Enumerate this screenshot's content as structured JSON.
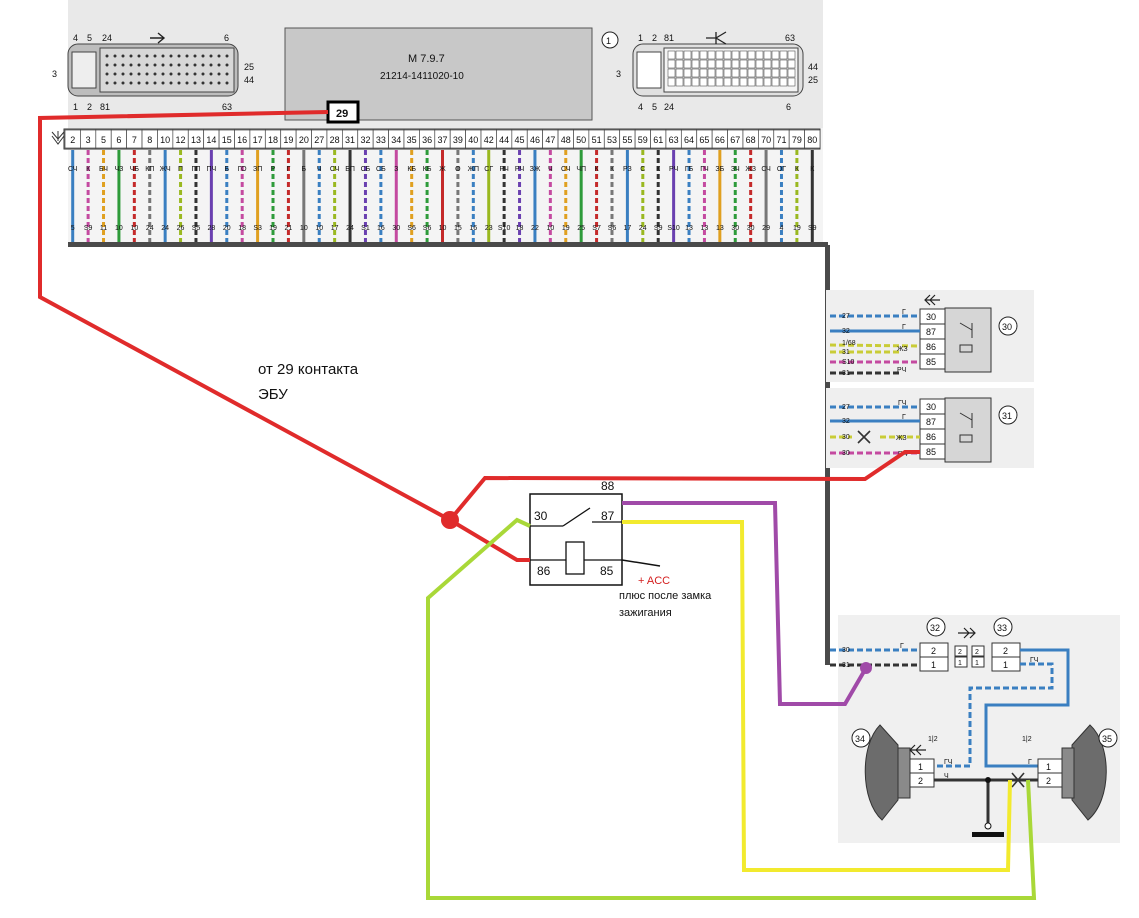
{
  "ecu": {
    "model": "M 7.9.7",
    "part_number": "21214-1411020-10",
    "connector_number": "1",
    "left_connector_pins": [
      "4",
      "5",
      "24",
      "6",
      "3",
      "25",
      "44",
      "1",
      "2",
      "81",
      "63"
    ],
    "right_connector_pins": [
      "1",
      "2",
      "81",
      "63",
      "3",
      "44",
      "25",
      "4",
      "5",
      "24",
      "6"
    ],
    "highlighted_pin": "29",
    "pins": [
      "2",
      "3",
      "5",
      "6",
      "7",
      "8",
      "10",
      "12",
      "13",
      "14",
      "15",
      "16",
      "17",
      "18",
      "19",
      "20",
      "27",
      "28",
      "31",
      "32",
      "33",
      "34",
      "35",
      "36",
      "37",
      "39",
      "40",
      "42",
      "44",
      "45",
      "46",
      "47",
      "48",
      "50",
      "51",
      "53",
      "55",
      "59",
      "61",
      "63",
      "64",
      "65",
      "66",
      "67",
      "68",
      "70",
      "71",
      "79",
      "80"
    ],
    "wire_colors": [
      "СЧ",
      "К",
      "БЧ",
      "ЧЗ",
      "ЧБ",
      "КП",
      "ЖЧ",
      "П",
      "ГП",
      "ПЧ",
      "Б",
      "ГО",
      "ЗП",
      "Р",
      "Г",
      "Б",
      "Ч",
      "СЧ",
      "БП",
      "СБ",
      "СБ",
      "З",
      "КБ",
      "КБ",
      "Ж",
      "О",
      "ЖП",
      "СГ",
      "РЧ",
      "РЧ",
      "ЗЖ",
      "Ч",
      "СЧ",
      "ЧП",
      "К",
      "К",
      "РЗ",
      "С",
      "К",
      "РЧ",
      "ГБ",
      "ГЧ",
      "ЗБ",
      "ЗЧ",
      "ЖЗ",
      "СЧ",
      "ОГ",
      "К",
      "К"
    ],
    "wire_destinations": [
      "5",
      "S9",
      "11",
      "10",
      "10",
      "24",
      "24",
      "26",
      "S5",
      "28",
      "20",
      "18",
      "S3",
      "19",
      "21",
      "10",
      "10",
      "17",
      "24",
      "S1",
      "16",
      "30",
      "S6",
      "S6",
      "10",
      "15",
      "16",
      "23",
      "S10",
      "18",
      "22",
      "10",
      "19",
      "25",
      "S7",
      "S6",
      "17",
      "24",
      "S9",
      "S10",
      "13",
      "13",
      "13",
      "30",
      "30",
      "29",
      "4",
      "19",
      "S9"
    ]
  },
  "relays": {
    "r30": {
      "number": "30",
      "pins": [
        "30",
        "87",
        "86",
        "85"
      ],
      "wires": [
        {
          "from": "27",
          "color": "Г"
        },
        {
          "from": "32",
          "color": "Г"
        },
        {
          "from": "1/68",
          "color": "ЖЗ"
        },
        {
          "from": "31",
          "color": ""
        },
        {
          "from": "S10",
          "color": "РЧ"
        },
        {
          "from": "31",
          "color": ""
        }
      ]
    },
    "r31": {
      "number": "31",
      "pins": [
        "30",
        "87",
        "86",
        "85"
      ],
      "wires": [
        {
          "from": "27",
          "color": "ГЧ"
        },
        {
          "from": "32",
          "color": "Г"
        },
        {
          "from": "30",
          "color": "ЖЗ"
        },
        {
          "from": "30",
          "color": "РЧ"
        }
      ]
    }
  },
  "connectors": {
    "c32": {
      "number": "32",
      "pins": [
        "2",
        "1"
      ]
    },
    "c33": {
      "number": "33",
      "pins": [
        "2",
        "1"
      ]
    },
    "mid_pins": [
      "2",
      "1",
      "2",
      "1"
    ],
    "in_30": "30",
    "in_31": "31",
    "wire_g": "Г",
    "wire_gch": "ГЧ"
  },
  "horns": {
    "h34": {
      "number": "34",
      "pins": [
        "1",
        "2"
      ],
      "tag": "1|2",
      "wire1": "ГЧ",
      "wire2": "Ч"
    },
    "h35": {
      "number": "35",
      "pins": [
        "1",
        "2"
      ],
      "tag": "1|2",
      "wire1": "Г"
    }
  },
  "added_relay": {
    "pins": {
      "p88": "88",
      "p30": "30",
      "p87": "87",
      "p86": "86",
      "p85": "85"
    },
    "acc_label": "+ ACC",
    "acc_note_line1": "плюс после замка",
    "acc_note_line2": "зажигания"
  },
  "annotation": {
    "line1": "от 29 контакта",
    "line2": "ЭБУ"
  },
  "colors": {
    "red_wire": "#e02b2b",
    "purple_wire": "#a04aa8",
    "yellow_wire": "#f2ea2e",
    "green_wire": "#a9d838",
    "harness": "#4a4a4a",
    "panel_bg": "#d9d9d9"
  }
}
